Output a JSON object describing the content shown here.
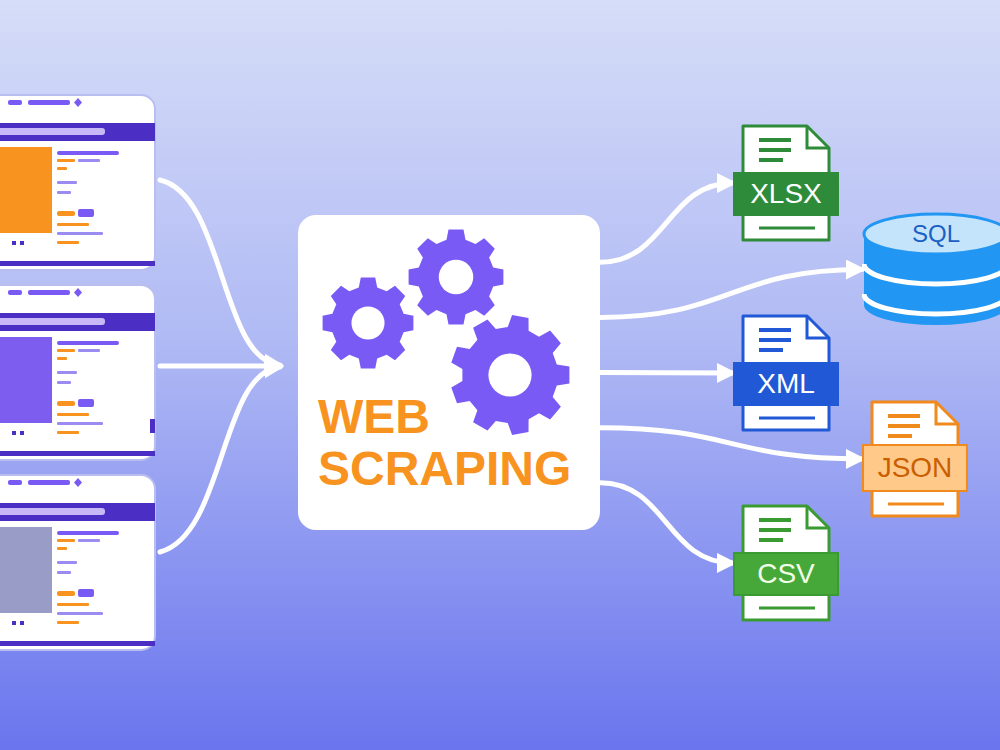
{
  "diagram": {
    "nodes": [
      {
        "text": [
          "WEB SCRAPING"
        ]
      },
      {
        "text": [
          "XLSX"
        ]
      },
      {
        "text": [
          "SQL"
        ]
      },
      {
        "text": [
          "XML"
        ]
      },
      {
        "text": [
          "JSON"
        ]
      },
      {
        "text": [
          "CSV"
        ]
      }
    ],
    "edges": [
      {
        "from": 0,
        "to": 1,
        "arrow": "to"
      },
      {
        "from": 0,
        "to": 2,
        "arrow": "to"
      },
      {
        "from": 0,
        "to": 3,
        "arrow": "to"
      },
      {
        "from": 0,
        "to": 4,
        "arrow": "to"
      },
      {
        "from": 0,
        "to": 5,
        "arrow": "to"
      }
    ]
  }
}
